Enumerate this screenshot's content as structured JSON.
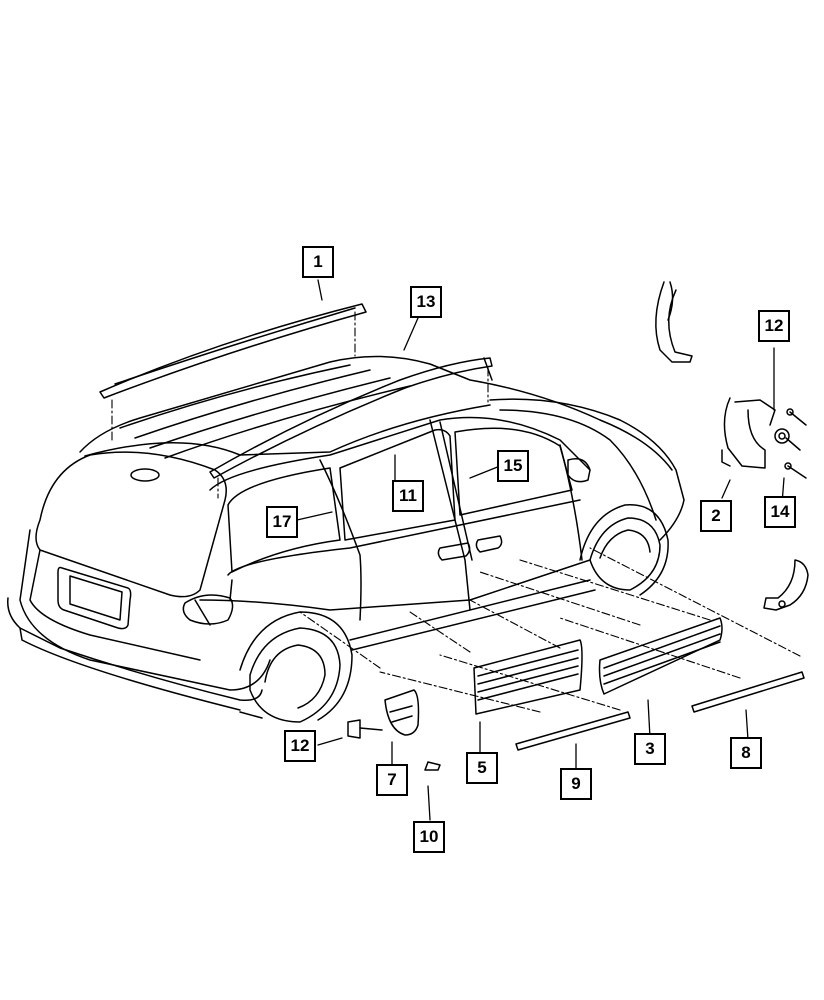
{
  "diagram": {
    "subject": "minivan body moldings and trim parts",
    "callouts": [
      {
        "key": "c1",
        "label": "1"
      },
      {
        "key": "c13",
        "label": "13"
      },
      {
        "key": "c12a",
        "label": "12"
      },
      {
        "key": "c15",
        "label": "15"
      },
      {
        "key": "c11",
        "label": "11"
      },
      {
        "key": "c17",
        "label": "17"
      },
      {
        "key": "c2",
        "label": "2"
      },
      {
        "key": "c14",
        "label": "14"
      },
      {
        "key": "c12b",
        "label": "12"
      },
      {
        "key": "c7",
        "label": "7"
      },
      {
        "key": "c5",
        "label": "5"
      },
      {
        "key": "c3",
        "label": "3"
      },
      {
        "key": "c8",
        "label": "8"
      },
      {
        "key": "c9",
        "label": "9"
      },
      {
        "key": "c10",
        "label": "10"
      }
    ]
  }
}
